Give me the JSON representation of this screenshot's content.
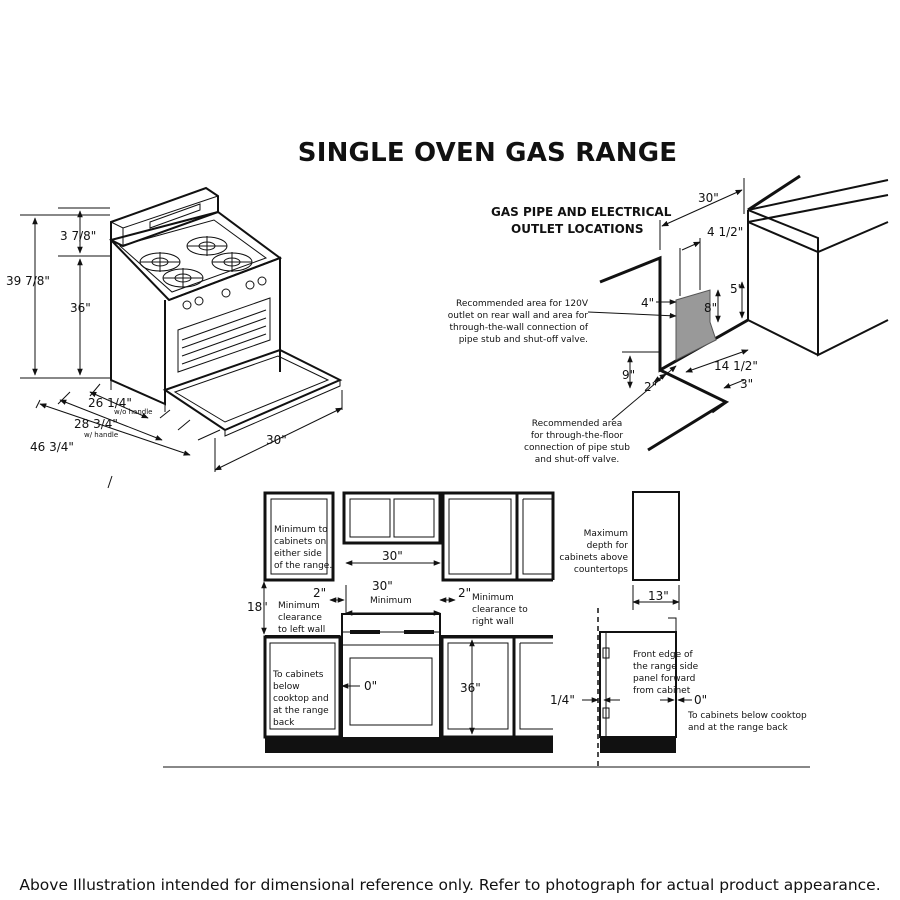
{
  "title": "SINGLE OVEN GAS RANGE",
  "footer": "Above Illustration intended for dimensional reference only. Refer to photograph for actual product appearance.",
  "range_view": {
    "overall_height": "39 7/8\"",
    "backguard_height": "3 7/8\"",
    "cooktop_height": "36\"",
    "depth_wo_handle": "26 1/4\"",
    "depth_wo_handle_note": "w/o handle",
    "depth_w_handle": "28 3/4\"",
    "depth_w_handle_note": "w/ handle",
    "depth_door_open": "46 3/4\"",
    "width": "30\""
  },
  "gas_pipe": {
    "heading_line1": "GAS PIPE AND ELECTRICAL",
    "heading_line2": "OUTLET LOCATIONS",
    "width": "30\"",
    "dim_4_1_2": "4 1/2\"",
    "dim_4": "4\"",
    "dim_8": "8\"",
    "dim_5": "5\"",
    "dim_9": "9\"",
    "dim_2": "2\"",
    "dim_14_1_2": "14 1/2\"",
    "dim_3": "3\"",
    "note_wall": [
      "Recommended area for 120V",
      "outlet on rear wall and area for",
      "through-the-wall connection of",
      "pipe stub and shut-off valve."
    ],
    "note_floor": [
      "Recommended area",
      "for through-the-floor",
      "connection of pipe stub",
      "and shut-off valve."
    ]
  },
  "clearance_front": {
    "min_cab_note": [
      "Minimum to",
      "cabinets on",
      "either side",
      "of the range."
    ],
    "upper_width": "30\"",
    "min_width": "30\"",
    "min_width_label": "Minimum",
    "left_gap": "2\"",
    "left_note": [
      "Minimum",
      "clearance",
      "to left wall"
    ],
    "right_gap": "2\"",
    "right_note": [
      "Minimum",
      "clearance to",
      "right wall"
    ],
    "height_18": "18\"",
    "lower_note": [
      "To cabinets",
      "below",
      "cooktop and",
      "at the range",
      "back"
    ],
    "zero_gap": "0\"",
    "counter_height": "36\""
  },
  "clearance_side": {
    "max_depth_note": [
      "Maximum",
      "depth for",
      "cabinets above",
      "countertops"
    ],
    "upper_depth": "13\"",
    "front_edge_note": [
      "Front edge of",
      "the range side",
      "panel forward",
      "from cabinet"
    ],
    "quarter_inch": "1/4\"",
    "zero_gap": "0\"",
    "zero_note": [
      "To cabinets below cooktop",
      "and at the range back"
    ]
  }
}
